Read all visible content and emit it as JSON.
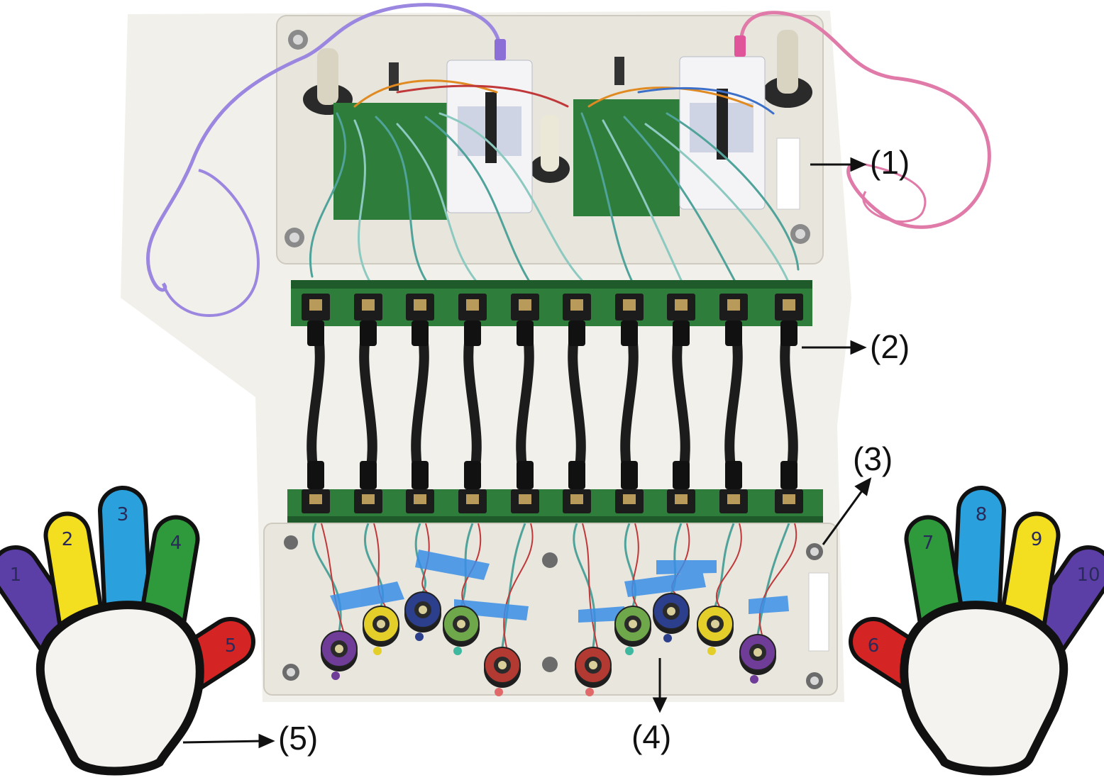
{
  "callouts": [
    {
      "id": "1",
      "label": "(1)"
    },
    {
      "id": "2",
      "label": "(2)"
    },
    {
      "id": "3",
      "label": "(3)"
    },
    {
      "id": "4",
      "label": "(4)"
    },
    {
      "id": "5",
      "label": "(5)"
    }
  ],
  "hands": {
    "left": {
      "fingers": [
        {
          "number": "1",
          "color": "#5b3fa6"
        },
        {
          "number": "2",
          "color": "#f3df1f"
        },
        {
          "number": "3",
          "color": "#2aa0dc"
        },
        {
          "number": "4",
          "color": "#2f9a3c"
        },
        {
          "number": "5",
          "color": "#d42424"
        }
      ]
    },
    "right": {
      "fingers": [
        {
          "number": "6",
          "color": "#d42424"
        },
        {
          "number": "7",
          "color": "#2f9a3c"
        },
        {
          "number": "8",
          "color": "#2aa0dc"
        },
        {
          "number": "9",
          "color": "#f3df1f"
        },
        {
          "number": "10",
          "color": "#5b3fa6"
        }
      ]
    },
    "palm_color": "#f4f3ef",
    "outline_color": "#111111"
  },
  "colors": {
    "cable_left": "#9b86e0",
    "cable_right": "#e07aa8",
    "pcb_green": "#2f7d3b",
    "acrylic": "#ece9e0",
    "ribbon_black": "#1c1c1c",
    "tape_blue": "#3b8fe8"
  },
  "buttons": [
    {
      "color": "#6f3c98",
      "dot": "#6f3c98"
    },
    {
      "color": "#e4cf2a",
      "dot": "#e4cf2a"
    },
    {
      "color": "#2b3f8c",
      "dot": "#2b3f8c"
    },
    {
      "color": "#6fa84a",
      "dot": "#3fb8a0"
    },
    {
      "color": "#b33a32",
      "dot": "#e06a6a"
    },
    {
      "color": "#b33a32",
      "dot": "#e06a6a"
    },
    {
      "color": "#6fa84a",
      "dot": "#3fb8a0"
    },
    {
      "color": "#2b3f8c",
      "dot": "#2b3f8c"
    },
    {
      "color": "#e4cf2a",
      "dot": "#e4cf2a"
    },
    {
      "color": "#6f3c98",
      "dot": "#6f3c98"
    }
  ]
}
